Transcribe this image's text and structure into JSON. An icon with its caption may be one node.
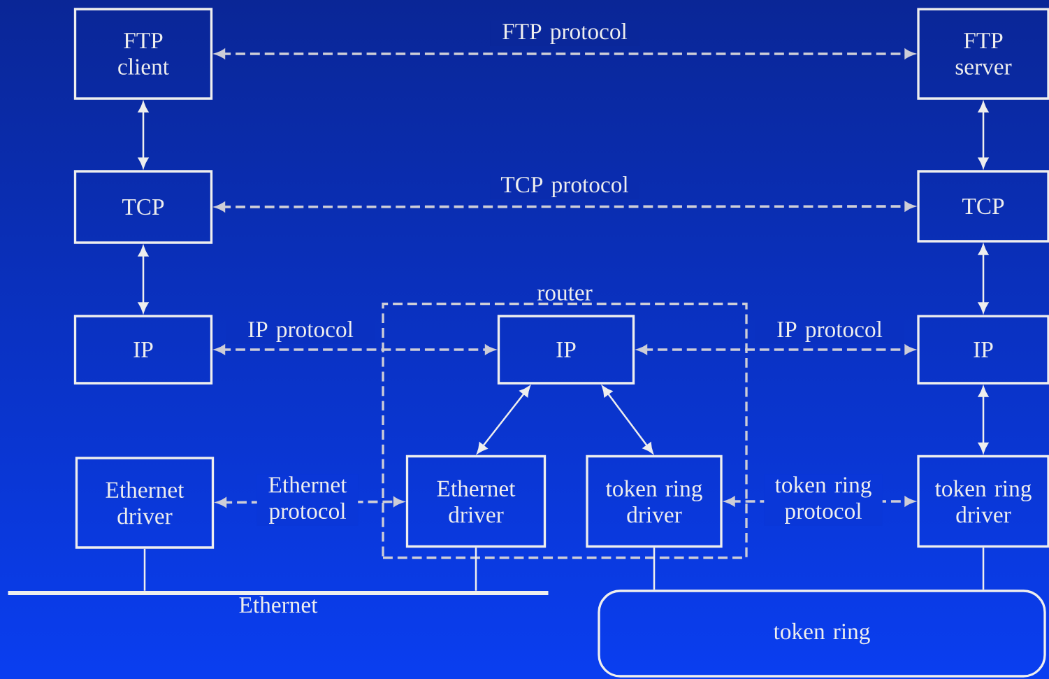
{
  "diagram": {
    "nodes": [
      {
        "text": [
          "FTP client"
        ]
      },
      {
        "text": [
          "FTP server"
        ]
      },
      {
        "text": [
          "TCP"
        ]
      },
      {
        "text": [
          "TCP"
        ]
      },
      {
        "text": [
          "router"
        ]
      },
      {
        "text": [
          "IP"
        ]
      },
      {
        "text": [
          "IP"
        ],
        "in": 4
      },
      {
        "text": [
          "IP"
        ]
      },
      {
        "text": [
          "Ethernet driver"
        ]
      },
      {
        "text": [
          "Ethernet driver"
        ],
        "in": 4
      },
      {
        "text": [
          "token ring driver"
        ],
        "in": 4
      },
      {
        "text": [
          "token ring driver"
        ]
      },
      {
        "text": [
          "Ethernet"
        ]
      },
      {
        "text": [
          "token ring"
        ]
      }
    ],
    "edges": [
      {
        "from": 0,
        "to": 1,
        "arrow": "both",
        "style": "dashed",
        "label": "FTP protocol"
      },
      {
        "from": 0,
        "to": 2,
        "arrow": "both"
      },
      {
        "from": 1,
        "to": 3,
        "arrow": "both"
      },
      {
        "from": 2,
        "to": 3,
        "arrow": "both",
        "style": "dashed",
        "label": "TCP protocol"
      },
      {
        "from": 2,
        "to": 5,
        "arrow": "both"
      },
      {
        "from": 3,
        "to": 7,
        "arrow": "both"
      },
      {
        "from": 5,
        "to": 6,
        "arrow": "both",
        "style": "dashed",
        "label": "IP protocol"
      },
      {
        "from": 6,
        "to": 7,
        "arrow": "both",
        "style": "dashed",
        "label": "IP protocol"
      },
      {
        "from": 6,
        "to": 9,
        "arrow": "both"
      },
      {
        "from": 6,
        "to": 10,
        "arrow": "both"
      },
      {
        "from": 7,
        "to": 11,
        "arrow": "both"
      },
      {
        "from": 8,
        "to": 9,
        "arrow": "both",
        "style": "dashed",
        "label": "Ethernet protocol"
      },
      {
        "from": 10,
        "to": 11,
        "arrow": "both",
        "style": "dashed",
        "label": "token ring protocol"
      },
      {
        "from": 8,
        "to": 12,
        "arrow": "none"
      },
      {
        "from": 9,
        "to": 12,
        "arrow": "none"
      },
      {
        "from": 10,
        "to": 13,
        "arrow": "none"
      },
      {
        "from": 11,
        "to": 13,
        "arrow": "none"
      }
    ]
  }
}
